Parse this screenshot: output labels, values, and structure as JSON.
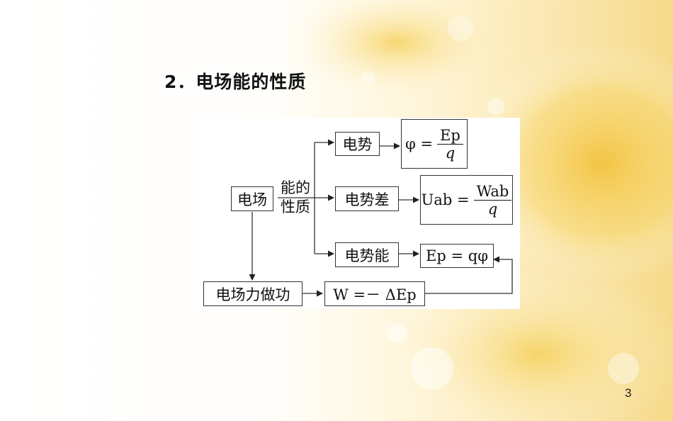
{
  "slide": {
    "title": "2．电场能的性质",
    "page_number": "3"
  },
  "diagram": {
    "root": "电场",
    "branch_label_line1": "能的",
    "branch_label_line2": "性质",
    "branches": [
      {
        "concept": "电势",
        "formula_lhs": "φ =",
        "formula_num": "Ep",
        "formula_den": "q"
      },
      {
        "concept": "电势差",
        "formula_lhs": "Uab =",
        "formula_num": "Wab",
        "formula_den": "q"
      },
      {
        "concept": "电势能",
        "formula": "Ep = qφ"
      }
    ],
    "work": {
      "concept": "电场力做功",
      "formula": "W =－ ΔEp"
    }
  }
}
